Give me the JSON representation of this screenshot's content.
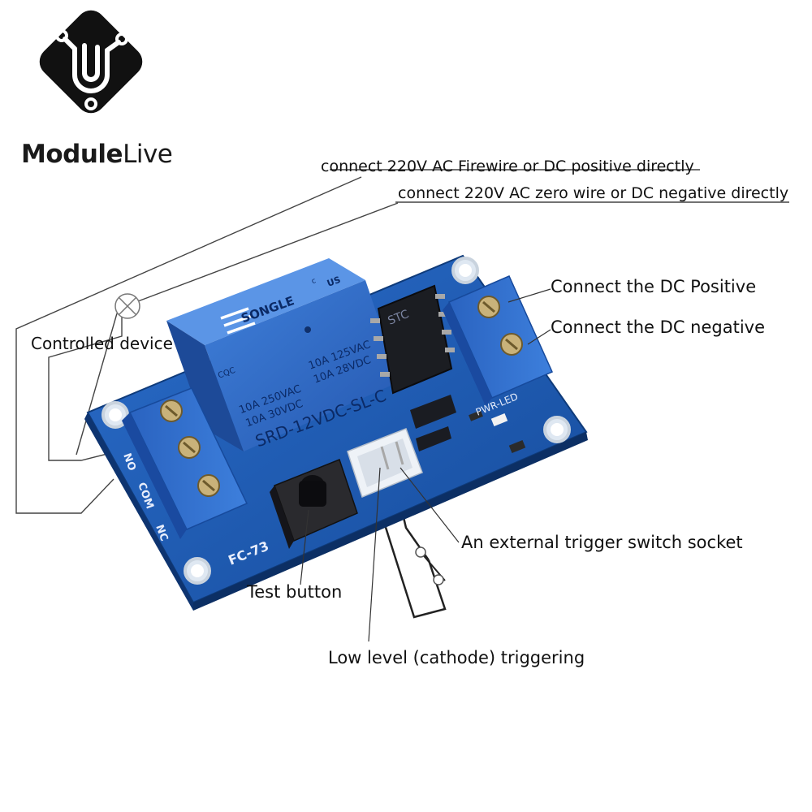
{
  "brand": {
    "name_bold": "Module",
    "name_light": "Live"
  },
  "labels": {
    "ac_live": "connect 220V AC Firewire or DC positive directly",
    "ac_zero": "connect 220V AC zero wire or DC negative directly",
    "controlled_device": "Controlled device",
    "dc_positive": "Connect the DC Positive",
    "dc_negative": "Connect the DC negative",
    "trigger_socket": "An external trigger switch socket",
    "test_button": "Test button",
    "low_level": "Low level (cathode) triggering"
  },
  "board": {
    "relay_brand": "SONGLE",
    "relay_marks": [
      "CQC",
      "c",
      "US"
    ],
    "relay_ratings": [
      "10A 250VAC",
      "10A 125VAC",
      "10A 30VDC",
      "10A 28VDC"
    ],
    "relay_model": "SRD-12VDC-SL-C",
    "ic_mark": "STC",
    "pcb_model": "FC-73",
    "pwr_led": "PWR-LED",
    "terminal_labels": [
      "NO",
      "COM",
      "NC"
    ]
  },
  "colors": {
    "pcb": "#1f5fb8",
    "terminal": "#2e6fd0",
    "relay": "#2f6bc8",
    "text": "#111111",
    "line": "#333333"
  }
}
